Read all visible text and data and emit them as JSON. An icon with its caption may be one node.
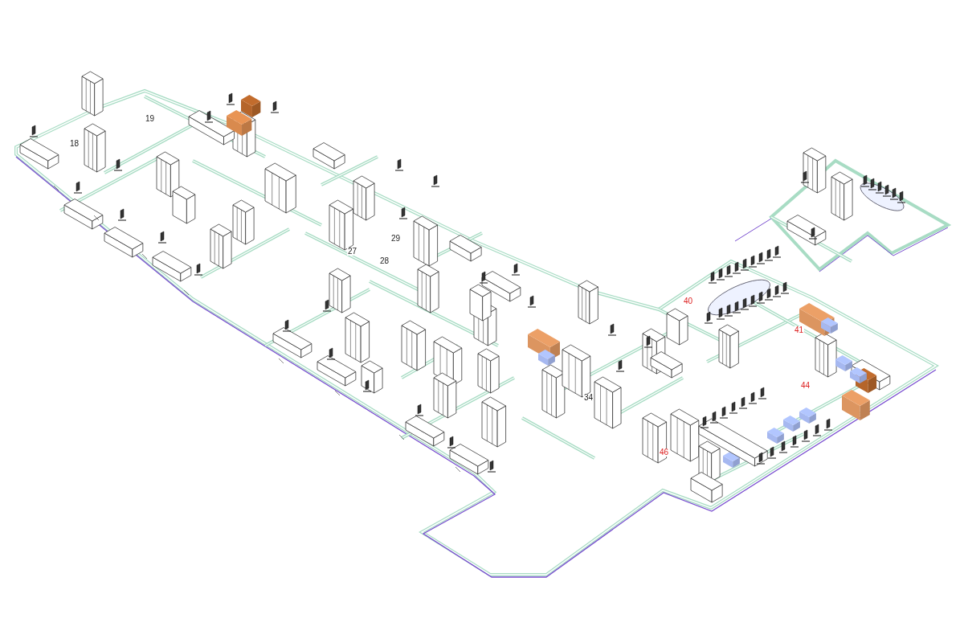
{
  "diagram": {
    "labels": [
      "18",
      "19",
      "29",
      "27",
      "28",
      "34",
      "40",
      "41",
      "44",
      "46"
    ]
  }
}
